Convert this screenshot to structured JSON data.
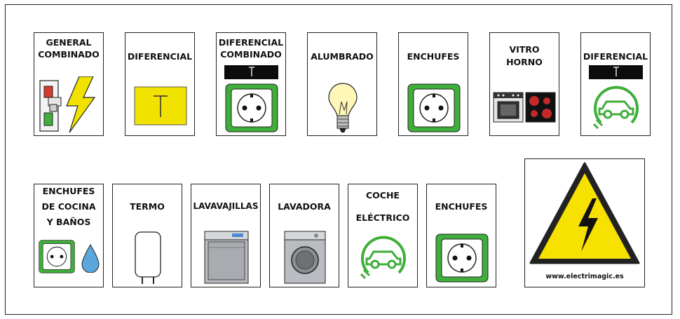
{
  "labels": {
    "general": [
      "GENERAL",
      "COMBINADO"
    ],
    "diferencial": "DIFERENCIAL",
    "diferencial_combinado": [
      "DIFERENCIAL",
      "COMBINADO"
    ],
    "diferencial_combinado_badge": "T",
    "alumbrado": "ALUMBRADO",
    "enchufes": "ENCHUFES",
    "vitro": [
      "VITRO",
      "HORNO"
    ],
    "diferencial_ev": "DIFERENCIAL",
    "diferencial_ev_badge": "T",
    "enchufes_cocina": [
      "ENCHUFES",
      "DE COCINA",
      "Y BAÑOS"
    ],
    "termo": "TERMO",
    "lavavajillas": "LAVAVAJILLAS",
    "lavadora": "LAVADORA",
    "coche": [
      "COCHE",
      "ELÉCTRICO"
    ],
    "enchufes2": "ENCHUFES"
  },
  "warning_sign": {
    "url": "www.electrimagic.es"
  },
  "colors": {
    "green": "#3fae3a",
    "yellow": "#f2e200",
    "black": "#0c0c0c",
    "warning_yellow": "#f7e100"
  }
}
